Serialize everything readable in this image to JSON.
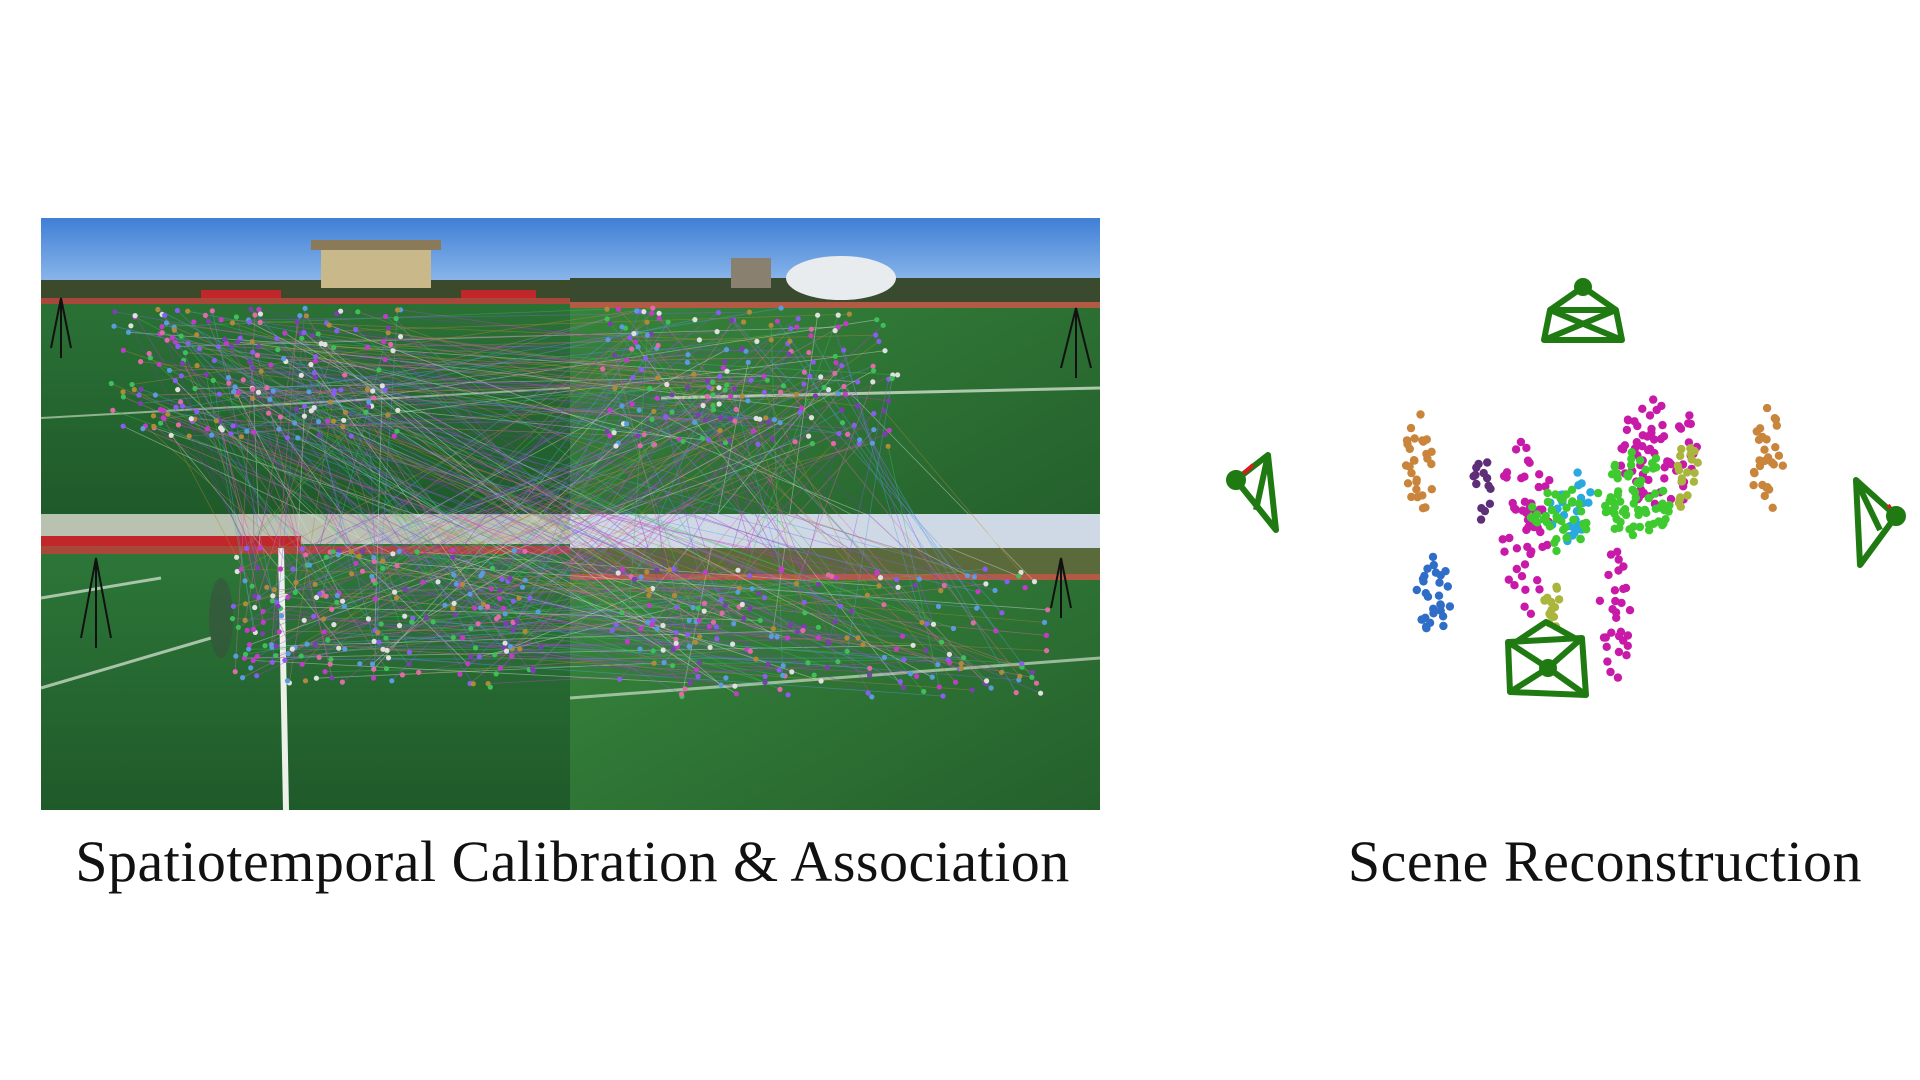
{
  "figure": {
    "left_panel": {
      "caption": "Spatiotemporal Calibration & Association",
      "views": [
        {
          "name": "view-top-left"
        },
        {
          "name": "view-top-right"
        },
        {
          "name": "view-bottom-left"
        },
        {
          "name": "view-bottom-right"
        }
      ]
    },
    "right_panel": {
      "caption": "Scene Reconstruction",
      "camera_icons": [
        "camera-top",
        "camera-left",
        "camera-right",
        "camera-bottom"
      ],
      "cluster_colors": {
        "magenta": "#c81aa8",
        "green": "#3fca2f",
        "olive": "#a9b53c",
        "orange": "#c9853c",
        "blue": "#2f6dc6",
        "cyan": "#2aa8e0",
        "purple": "#5e2f78"
      },
      "camera_color": "#1f7a12"
    },
    "match_line_colors": [
      "#c33cc8",
      "#8a5cf0",
      "#3fbf5a",
      "#e36aa8",
      "#5b9be0",
      "#b08a3a",
      "#7b3fb0",
      "#e0e0e0"
    ]
  }
}
